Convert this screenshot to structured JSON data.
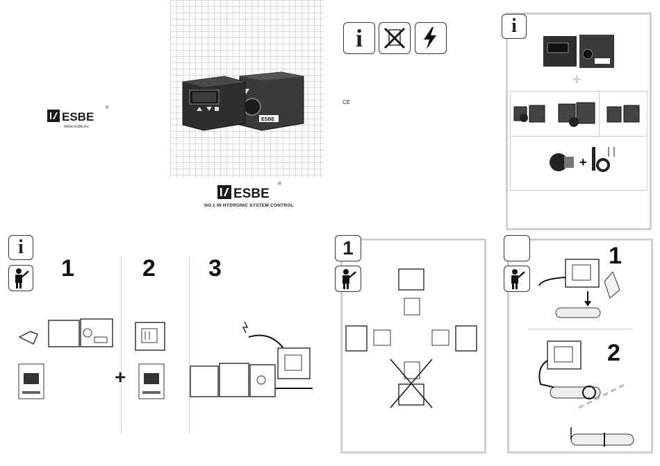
{
  "brand": {
    "name": "ESBE",
    "registered": "®",
    "url": "www.esbe.eu",
    "tagline": "NO.1 IN HYDRONIC SYSTEM CONTROL"
  },
  "symbols": {
    "info": "i",
    "ce": "CE",
    "plus": "+"
  },
  "steps": {
    "s1": "1",
    "s2": "2",
    "s3": "3"
  },
  "panel_right_steps": {
    "a": "1",
    "b": "2"
  },
  "panel_mid_step": "1",
  "colors": {
    "frame": "#cfcfcf",
    "device_dark": "#2a2a2a",
    "grid": "#d9d9d9"
  }
}
